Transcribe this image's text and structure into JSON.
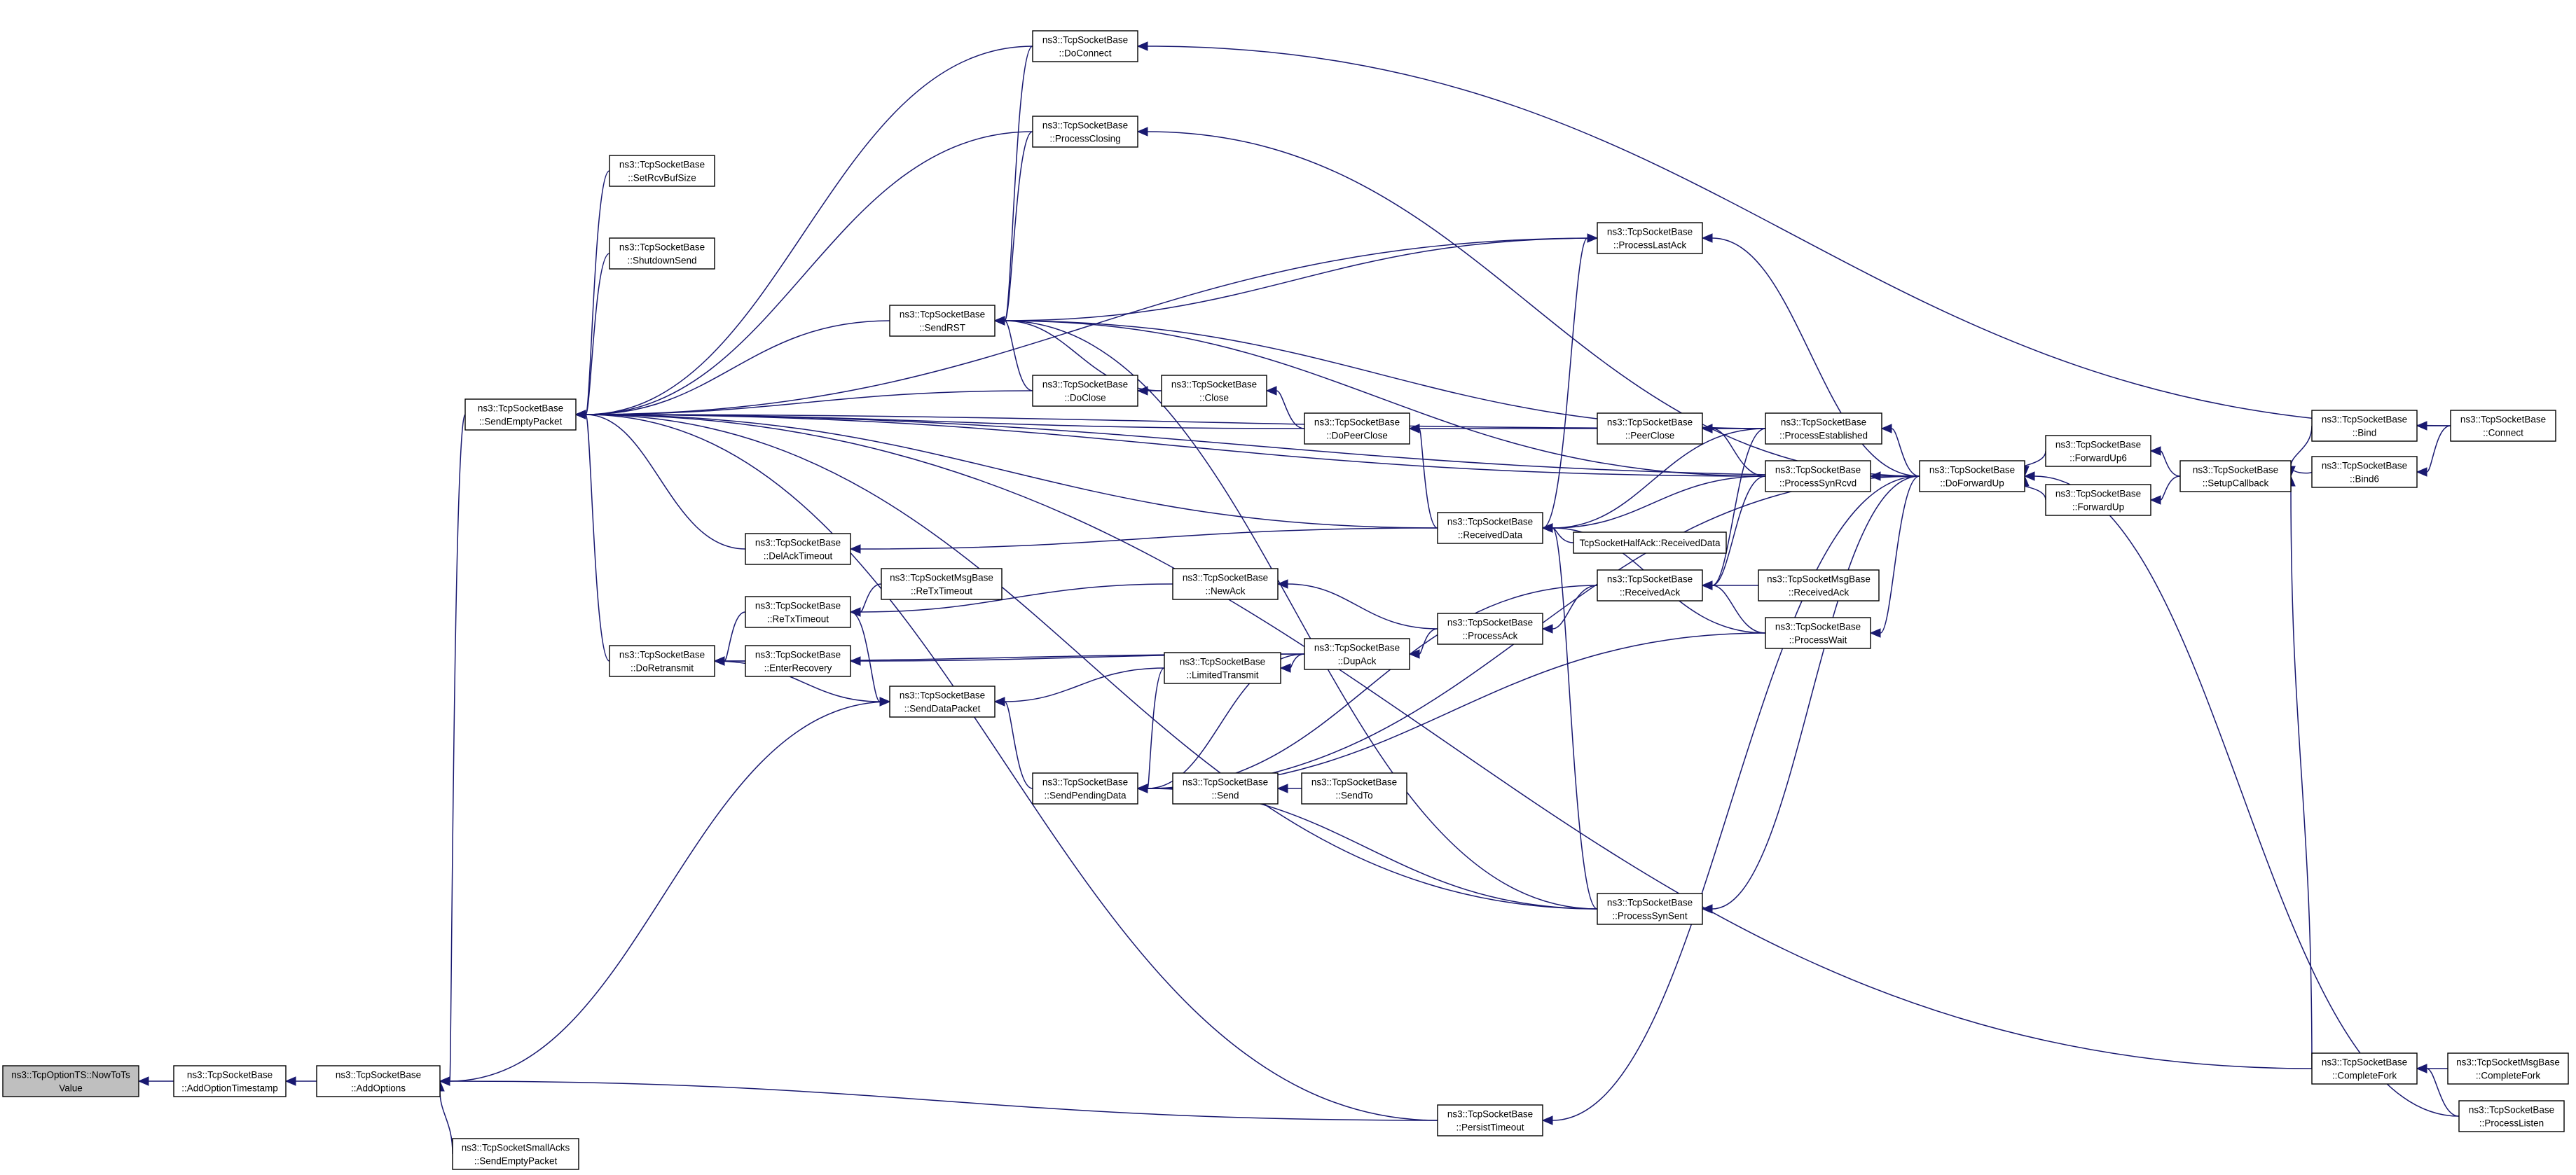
{
  "colors": {
    "edge": "#191970",
    "root_fill": "#bfbfbf",
    "node_fill": "#ffffff",
    "border": "#000000"
  },
  "nodes": [
    {
      "id": "nowtots",
      "lines": [
        "ns3::TcpOptionTS::NowToTs",
        "Value"
      ],
      "root": true
    },
    {
      "id": "addtimestamp",
      "lines": [
        "ns3::TcpSocketBase",
        "::AddOptionTimestamp"
      ]
    },
    {
      "id": "addoptions",
      "lines": [
        "ns3::TcpSocketBase",
        "::AddOptions"
      ]
    },
    {
      "id": "sendempty",
      "lines": [
        "ns3::TcpSocketBase",
        "::SendEmptyPacket"
      ]
    },
    {
      "id": "smallacks",
      "lines": [
        "ns3::TcpSocketSmallAcks",
        "::SendEmptyPacket"
      ]
    },
    {
      "id": "setrcvbuf",
      "lines": [
        "ns3::TcpSocketBase",
        "::SetRcvBufSize"
      ]
    },
    {
      "id": "shutdownsend",
      "lines": [
        "ns3::TcpSocketBase",
        "::ShutdownSend"
      ]
    },
    {
      "id": "doretransmit",
      "lines": [
        "ns3::TcpSocketBase",
        "::DoRetransmit"
      ]
    },
    {
      "id": "delacktimeout",
      "lines": [
        "ns3::TcpSocketBase",
        "::DelAckTimeout"
      ]
    },
    {
      "id": "retxtimeout",
      "lines": [
        "ns3::TcpSocketBase",
        "::ReTxTimeout"
      ]
    },
    {
      "id": "enterrecovery",
      "lines": [
        "ns3::TcpSocketBase",
        "::EnterRecovery"
      ]
    },
    {
      "id": "msgretx",
      "lines": [
        "ns3::TcpSocketMsgBase",
        "::ReTxTimeout"
      ]
    },
    {
      "id": "sendrst",
      "lines": [
        "ns3::TcpSocketBase",
        "::SendRST"
      ]
    },
    {
      "id": "senddata",
      "lines": [
        "ns3::TcpSocketBase",
        "::SendDataPacket"
      ]
    },
    {
      "id": "doconnect",
      "lines": [
        "ns3::TcpSocketBase",
        "::DoConnect"
      ]
    },
    {
      "id": "processclosing",
      "lines": [
        "ns3::TcpSocketBase",
        "::ProcessClosing"
      ]
    },
    {
      "id": "doclose",
      "lines": [
        "ns3::TcpSocketBase",
        "::DoClose"
      ]
    },
    {
      "id": "sendpending",
      "lines": [
        "ns3::TcpSocketBase",
        "::SendPendingData"
      ]
    },
    {
      "id": "close",
      "lines": [
        "ns3::TcpSocketBase",
        "::Close"
      ]
    },
    {
      "id": "newack",
      "lines": [
        "ns3::TcpSocketBase",
        "::NewAck"
      ]
    },
    {
      "id": "limitedtx",
      "lines": [
        "ns3::TcpSocketBase",
        "::LimitedTransmit"
      ]
    },
    {
      "id": "send",
      "lines": [
        "ns3::TcpSocketBase",
        "::Send"
      ]
    },
    {
      "id": "dopeerclose",
      "lines": [
        "ns3::TcpSocketBase",
        "::DoPeerClose"
      ]
    },
    {
      "id": "dupack",
      "lines": [
        "ns3::TcpSocketBase",
        "::DupAck"
      ]
    },
    {
      "id": "sendto",
      "lines": [
        "ns3::TcpSocketBase",
        "::SendTo"
      ]
    },
    {
      "id": "receiveddata",
      "lines": [
        "ns3::TcpSocketBase",
        "::ReceivedData"
      ]
    },
    {
      "id": "processack",
      "lines": [
        "ns3::TcpSocketBase",
        "::ProcessAck"
      ]
    },
    {
      "id": "persist",
      "lines": [
        "ns3::TcpSocketBase",
        "::PersistTimeout"
      ]
    },
    {
      "id": "lastack",
      "lines": [
        "ns3::TcpSocketBase",
        "::ProcessLastAck"
      ]
    },
    {
      "id": "peerclose",
      "lines": [
        "ns3::TcpSocketBase",
        "::PeerClose"
      ]
    },
    {
      "id": "halfack",
      "lines": [
        "TcpSocketHalfAck::ReceivedData"
      ]
    },
    {
      "id": "receivedack",
      "lines": [
        "ns3::TcpSocketBase",
        "::ReceivedAck"
      ]
    },
    {
      "id": "synsent",
      "lines": [
        "ns3::TcpSocketBase",
        "::ProcessSynSent"
      ]
    },
    {
      "id": "established",
      "lines": [
        "ns3::TcpSocketBase",
        "::ProcessEstablished"
      ]
    },
    {
      "id": "synrcvd",
      "lines": [
        "ns3::TcpSocketBase",
        "::ProcessSynRcvd"
      ]
    },
    {
      "id": "msgrecvack",
      "lines": [
        "ns3::TcpSocketMsgBase",
        "::ReceivedAck"
      ]
    },
    {
      "id": "processwait",
      "lines": [
        "ns3::TcpSocketBase",
        "::ProcessWait"
      ]
    },
    {
      "id": "doforwardup",
      "lines": [
        "ns3::TcpSocketBase",
        "::DoForwardUp"
      ]
    },
    {
      "id": "forwardup6",
      "lines": [
        "ns3::TcpSocketBase",
        "::ForwardUp6"
      ]
    },
    {
      "id": "forwardup",
      "lines": [
        "ns3::TcpSocketBase",
        "::ForwardUp"
      ]
    },
    {
      "id": "setupcb",
      "lines": [
        "ns3::TcpSocketBase",
        "::SetupCallback"
      ]
    },
    {
      "id": "completefork",
      "lines": [
        "ns3::TcpSocketBase",
        "::CompleteFork"
      ]
    },
    {
      "id": "bind",
      "lines": [
        "ns3::TcpSocketBase",
        "::Bind"
      ]
    },
    {
      "id": "bind6",
      "lines": [
        "ns3::TcpSocketBase",
        "::Bind6"
      ]
    },
    {
      "id": "connect",
      "lines": [
        "ns3::TcpSocketBase",
        "::Connect"
      ]
    },
    {
      "id": "msgcompletefork",
      "lines": [
        "ns3::TcpSocketMsgBase",
        "::CompleteFork"
      ]
    },
    {
      "id": "processlisten",
      "lines": [
        "ns3::TcpSocketBase",
        "::ProcessListen"
      ]
    }
  ],
  "edges": [
    [
      "addtimestamp",
      "nowtots"
    ],
    [
      "addoptions",
      "addtimestamp"
    ],
    [
      "smallacks",
      "addoptions"
    ],
    [
      "persist",
      "addoptions"
    ],
    [
      "sendempty",
      "addoptions"
    ],
    [
      "senddata",
      "addoptions"
    ],
    [
      "setrcvbuf",
      "sendempty"
    ],
    [
      "shutdownsend",
      "sendempty"
    ],
    [
      "doretransmit",
      "sendempty"
    ],
    [
      "delacktimeout",
      "sendempty"
    ],
    [
      "sendrst",
      "sendempty"
    ],
    [
      "doconnect",
      "sendempty"
    ],
    [
      "processclosing",
      "sendempty"
    ],
    [
      "doclose",
      "sendempty"
    ],
    [
      "dopeerclose",
      "sendempty"
    ],
    [
      "receiveddata",
      "sendempty"
    ],
    [
      "lastack",
      "sendempty"
    ],
    [
      "established",
      "sendempty"
    ],
    [
      "synrcvd",
      "sendempty"
    ],
    [
      "synsent",
      "sendempty"
    ],
    [
      "persist",
      "sendempty"
    ],
    [
      "completefork",
      "sendempty"
    ],
    [
      "doforwardup",
      "sendempty"
    ],
    [
      "retxtimeout",
      "doretransmit"
    ],
    [
      "enterrecovery",
      "doretransmit"
    ],
    [
      "dupack",
      "doretransmit"
    ],
    [
      "receiveddata",
      "delacktimeout"
    ],
    [
      "msgretx",
      "retxtimeout"
    ],
    [
      "newack",
      "retxtimeout"
    ],
    [
      "dupack",
      "enterrecovery"
    ],
    [
      "processclosing",
      "sendrst"
    ],
    [
      "doclose",
      "sendrst"
    ],
    [
      "close",
      "sendrst"
    ],
    [
      "doconnect",
      "sendrst"
    ],
    [
      "lastack",
      "sendrst"
    ],
    [
      "established",
      "sendrst"
    ],
    [
      "synrcvd",
      "sendrst"
    ],
    [
      "synsent",
      "sendrst"
    ],
    [
      "retxtimeout",
      "senddata"
    ],
    [
      "doretransmit",
      "senddata"
    ],
    [
      "sendpending",
      "senddata"
    ],
    [
      "limitedtx",
      "senddata"
    ],
    [
      "connect",
      "doconnect"
    ],
    [
      "doforwardup",
      "processclosing"
    ],
    [
      "close",
      "doclose"
    ],
    [
      "dopeerclose",
      "close"
    ],
    [
      "limitedtx",
      "sendpending"
    ],
    [
      "dupack",
      "sendpending"
    ],
    [
      "send",
      "sendpending"
    ],
    [
      "receivedack",
      "sendpending"
    ],
    [
      "synsent",
      "sendpending"
    ],
    [
      "processwait",
      "sendpending"
    ],
    [
      "doforwardup",
      "sendpending"
    ],
    [
      "processack",
      "newack"
    ],
    [
      "dupack",
      "limitedtx"
    ],
    [
      "sendto",
      "send"
    ],
    [
      "processack",
      "dupack"
    ],
    [
      "peerclose",
      "dopeerclose"
    ],
    [
      "receiveddata",
      "dopeerclose"
    ],
    [
      "established",
      "peerclose"
    ],
    [
      "synrcvd",
      "peerclose"
    ],
    [
      "receivedack",
      "processack"
    ],
    [
      "doforwardup",
      "lastack"
    ],
    [
      "receiveddata",
      "lastack"
    ],
    [
      "halfack",
      "receiveddata"
    ],
    [
      "established",
      "receiveddata"
    ],
    [
      "synrcvd",
      "receiveddata"
    ],
    [
      "processwait",
      "receiveddata"
    ],
    [
      "synsent",
      "receiveddata"
    ],
    [
      "established",
      "receivedack"
    ],
    [
      "synrcvd",
      "receivedack"
    ],
    [
      "msgrecvack",
      "receivedack"
    ],
    [
      "processwait",
      "receivedack"
    ],
    [
      "doforwardup",
      "established"
    ],
    [
      "doforwardup",
      "synrcvd"
    ],
    [
      "doforwardup",
      "processwait"
    ],
    [
      "doforwardup",
      "synsent"
    ],
    [
      "doforwardup",
      "persist"
    ],
    [
      "forwardup6",
      "doforwardup"
    ],
    [
      "forwardup",
      "doforwardup"
    ],
    [
      "processlisten",
      "doforwardup"
    ],
    [
      "setupcb",
      "forwardup6"
    ],
    [
      "setupcb",
      "forwardup"
    ],
    [
      "bind",
      "setupcb"
    ],
    [
      "bind6",
      "setupcb"
    ],
    [
      "completefork",
      "setupcb"
    ],
    [
      "connect",
      "bind"
    ],
    [
      "connect",
      "bind6"
    ],
    [
      "msgcompletefork",
      "completefork"
    ],
    [
      "processlisten",
      "completefork"
    ]
  ]
}
